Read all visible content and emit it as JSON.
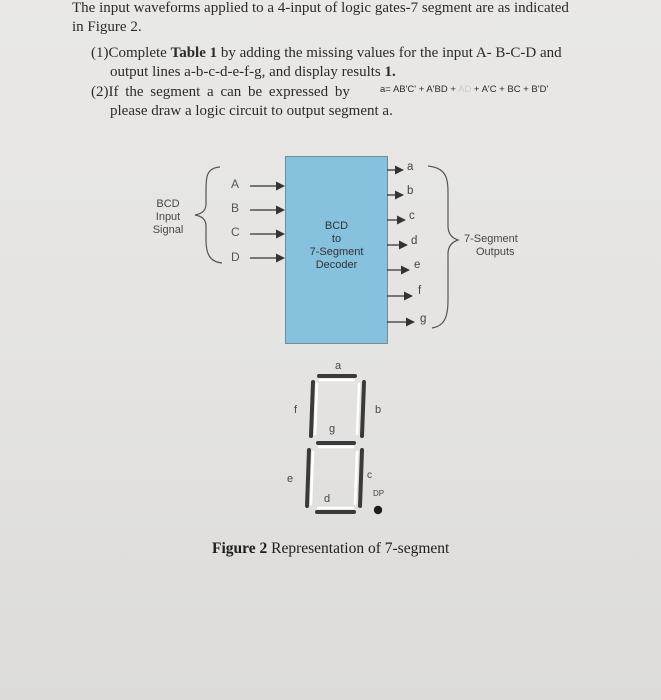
{
  "problem": {
    "intro_line1": "The input waveforms applied to a 4-input of logic gates-7 segment are as indicated",
    "intro_line2": "in Figure 2.",
    "item1_prefix": "(1)Complete ",
    "item1_bold": "Table 1",
    "item1_rest": " by adding the missing values for the input A- B-C-D and",
    "item1_line2_pre": "output lines a-b-c-d-e-f-g, and display results ",
    "item1_line2_bold": "1.",
    "item2_prefix": "(2)If the segment a can be expressed by",
    "equation": {
      "part1": "a= AB'C' + A'BD + ",
      "faint": "AD",
      "part2": " + A'C + BC + B'D'"
    },
    "item2_line2": "please draw a logic circuit to output segment a."
  },
  "diagram": {
    "bcd_label": [
      "BCD",
      "Input",
      "Signal"
    ],
    "inputs": [
      "A",
      "B",
      "C",
      "D"
    ],
    "decoder_label": [
      "BCD",
      "to",
      "7-Segment",
      "Decoder"
    ],
    "outputs": [
      "a",
      "b",
      "c",
      "d",
      "e",
      "f",
      "g"
    ],
    "outputs_label": [
      "7-Segment",
      "Outputs"
    ],
    "seg_labels": {
      "a": "a",
      "b": "b",
      "c": "c",
      "d": "d",
      "e": "e",
      "f": "f",
      "g": "g",
      "dp": "DP"
    }
  },
  "caption": {
    "bold": "Figure 2",
    "rest": " Representation of 7-segment"
  }
}
